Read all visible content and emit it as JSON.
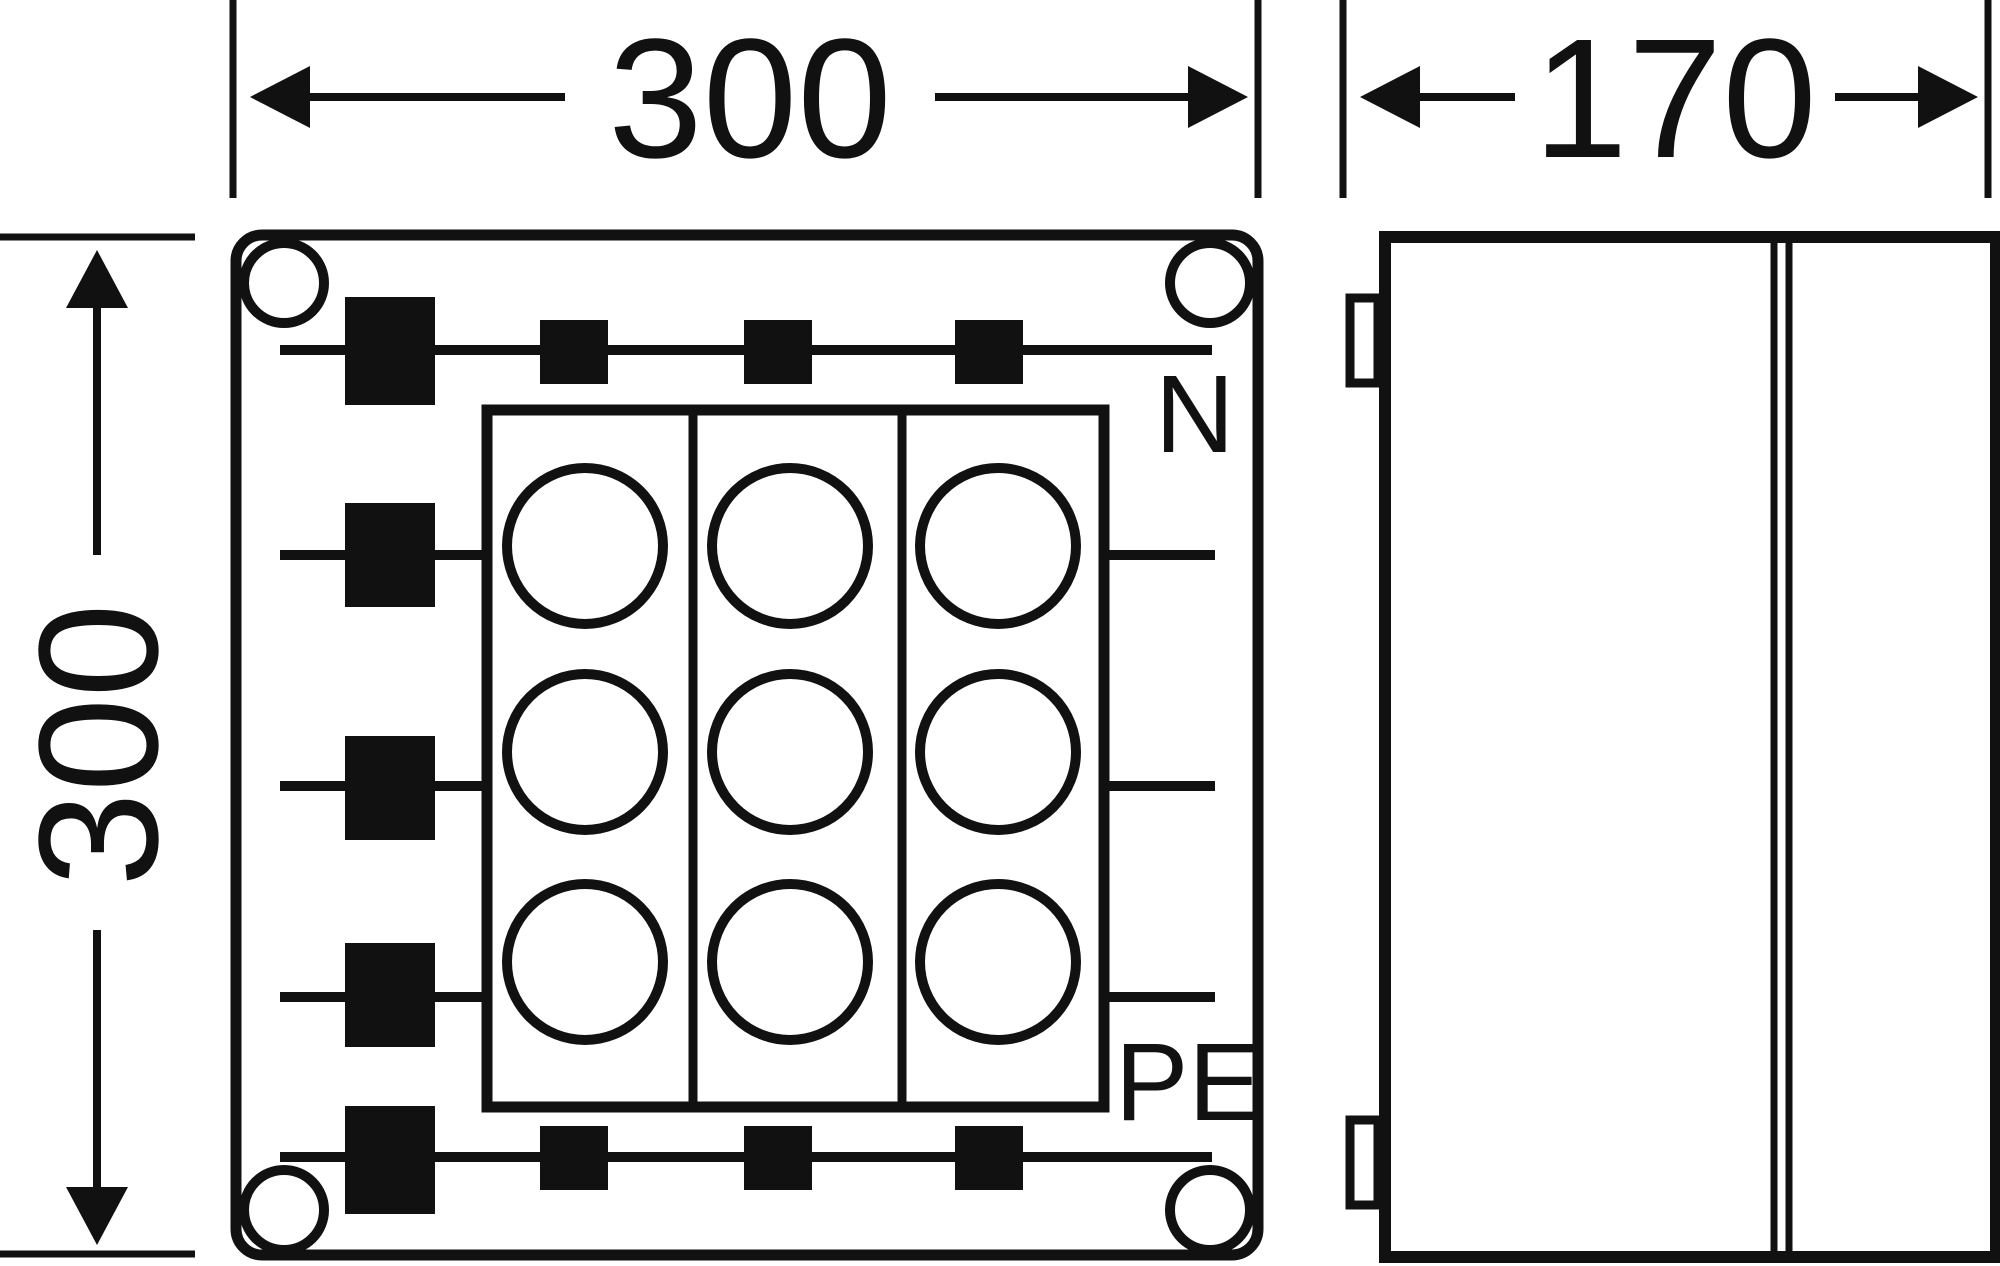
{
  "dimensions": {
    "front_width": "300",
    "front_height": "300",
    "side_depth": "170"
  },
  "labels": {
    "neutral_bar": "N",
    "earth_bar": "PE"
  },
  "colors": {
    "line": "#111111",
    "background": "#ffffff"
  }
}
